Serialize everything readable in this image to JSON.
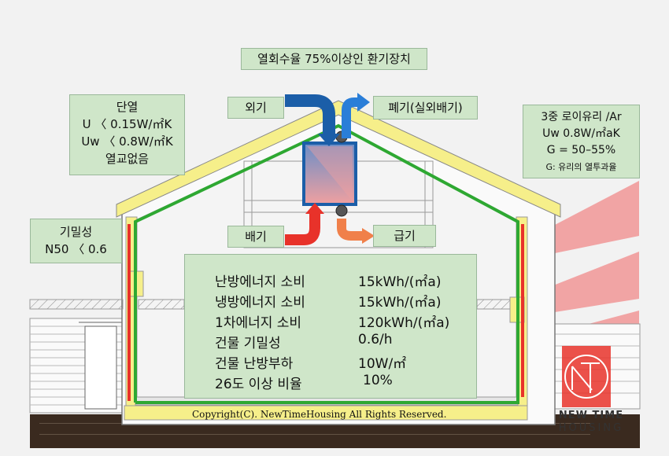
{
  "title": "열회수율 75%이상인 환기장치",
  "insulation": {
    "title": "단열",
    "u": "U 〈 0.15W/㎡K",
    "uw": "Uw 〈 0.8W/㎡K",
    "bridge": "열교없음"
  },
  "airtightness": {
    "title": "기밀성",
    "value": "N50 〈 0.6"
  },
  "glass": {
    "title": "3중 로이유리 /Ar",
    "uw": "Uw    0.8W/㎡aK",
    "g": "G = 50–55%",
    "note": "G: 유리의 열투과율"
  },
  "labels": {
    "outside_air": "외기",
    "exhaust_out": "폐기(실외배기)",
    "exhaust_in": "배기",
    "supply": "급기"
  },
  "specs": [
    {
      "label": "난방에너지 소비",
      "value": "15kWh/(㎡a)"
    },
    {
      "label": "냉방에너지 소비",
      "value": "15kWh/(㎡a)"
    },
    {
      "label": "1차에너지 소비",
      "value": "120kWh/(㎡a)"
    },
    {
      "label": "건물 기밀성",
      "value": "0.6/h"
    },
    {
      "label": "건물 난방부하",
      "value": "10W/㎡"
    },
    {
      "label": "26도 이상 비율",
      "value": "10%"
    }
  ],
  "copyright": "Copyright(C).  NewTimeHousing All Rights Reserved.",
  "logo": {
    "line1": "NEW TIME",
    "line2": "HOUSING"
  },
  "colors": {
    "insulation": "#f6ef8a",
    "airtight_line": "#2ea832",
    "cold_arrow": "#1b5ea8",
    "warm_arrow": "#e8322a",
    "supply_arrow": "#f0804a",
    "sun": "#f09090",
    "box": "#cfe6c9",
    "ground": "#3a2a1f"
  }
}
